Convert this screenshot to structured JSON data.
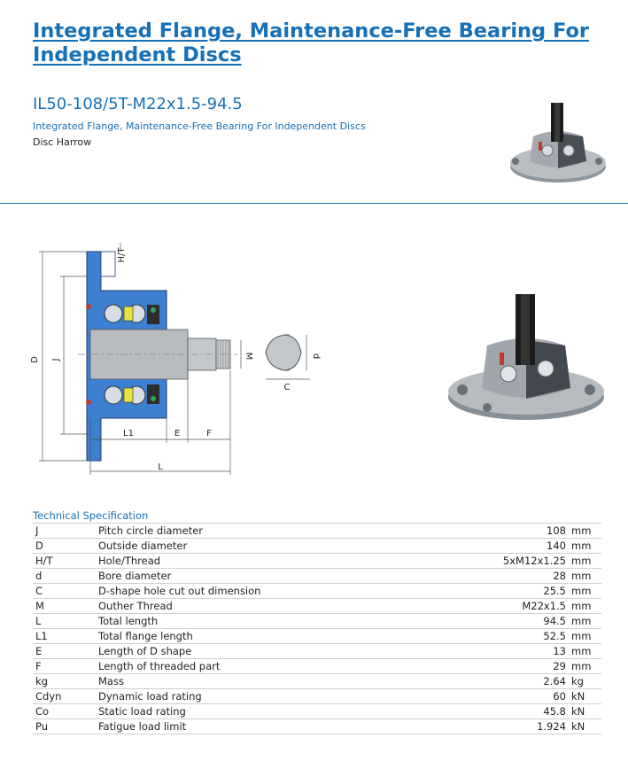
{
  "header": {
    "title": "Integrated Flange, Maintenance-Free Bearing For Independent Discs",
    "model": "IL50-108/5T-M22x1.5-94.5",
    "subtitle": "Integrated Flange, Maintenance-Free Bearing For Independent Discs",
    "category": "Disc Harrow"
  },
  "drawing": {
    "labels": {
      "ht": "H/T",
      "D": "D",
      "J": "J",
      "M": "M",
      "d": "d",
      "C": "C",
      "L1": "L1",
      "E": "E",
      "F": "F",
      "L": "L"
    }
  },
  "spec": {
    "heading": "Technical Specification",
    "rows": [
      {
        "symbol": "J",
        "description": "Pitch circle diameter",
        "value": "108",
        "unit": "mm"
      },
      {
        "symbol": "D",
        "description": "Outside diameter",
        "value": "140",
        "unit": "mm"
      },
      {
        "symbol": "H/T",
        "description": "Hole/Thread",
        "value": "5xM12x1.25",
        "unit": "mm"
      },
      {
        "symbol": "d",
        "description": "Bore diameter",
        "value": "28",
        "unit": "mm"
      },
      {
        "symbol": "C",
        "description": "D-shape hole cut out dimension",
        "value": "25.5",
        "unit": "mm"
      },
      {
        "symbol": "M",
        "description": "Outher Thread",
        "value": "M22x1.5",
        "unit": "mm"
      },
      {
        "symbol": "L",
        "description": "Total length",
        "value": "94.5",
        "unit": "mm"
      },
      {
        "symbol": "L1",
        "description": "Total flange length",
        "value": "52.5",
        "unit": "mm"
      },
      {
        "symbol": "E",
        "description": "Length of D shape",
        "value": "13",
        "unit": "mm"
      },
      {
        "symbol": "F",
        "description": "Length of threaded part",
        "value": "29",
        "unit": "mm"
      },
      {
        "symbol": "kg",
        "description": "Mass",
        "value": "2.64",
        "unit": "kg"
      },
      {
        "symbol": "Cdyn",
        "description": "Dynamic load rating",
        "value": "60",
        "unit": "kN"
      },
      {
        "symbol": "Co",
        "description": "Static load rating",
        "value": "45.8",
        "unit": "kN"
      },
      {
        "symbol": "Pu",
        "description": "Fatigue load limit",
        "value": "1.924",
        "unit": "kN"
      }
    ]
  },
  "colors": {
    "accent": "#1670b7",
    "housing": "#3d7fd0",
    "metal": "#9ea4ab"
  }
}
